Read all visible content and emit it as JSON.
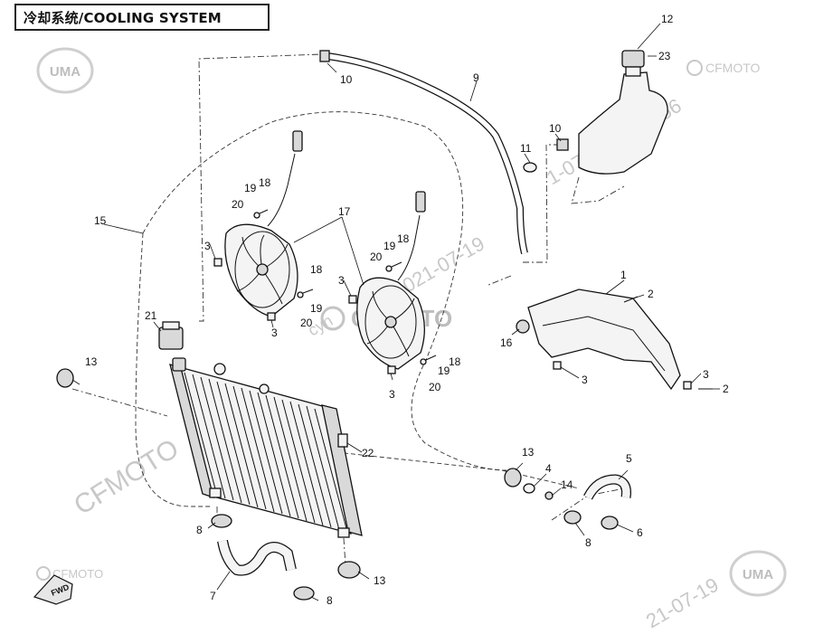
{
  "title": "冷却系统/COOLING SYSTEM",
  "watermarks": {
    "brand": "CFMOTO",
    "brand_logo": "UMA",
    "overlay_text": "CFMOTO",
    "date_fragment_top": "1-07-19 14:46:56",
    "date_fragment_mid": "2021-07-19",
    "user_fragment": "cyh",
    "date_fragment_bottom": "21-07-19"
  },
  "fwd_label": "FWD",
  "callouts": {
    "c1": "1",
    "c2a": "2",
    "c2b": "2",
    "c3a": "3",
    "c3b": "3",
    "c3c": "3",
    "c3d": "3",
    "c3e": "3",
    "c3f": "3",
    "c4": "4",
    "c5": "5",
    "c6": "6",
    "c7": "7",
    "c8a": "8",
    "c8b": "8",
    "c8c": "8",
    "c9": "9",
    "c10a": "10",
    "c10b": "10",
    "c11": "11",
    "c12": "12",
    "c13a": "13",
    "c13b": "13",
    "c13c": "13",
    "c14": "14",
    "c15": "15",
    "c16": "16",
    "c17": "17",
    "c18a": "18",
    "c18b": "18",
    "c18c": "18",
    "c18d": "18",
    "c19a": "19",
    "c19b": "19",
    "c19c": "19",
    "c19d": "19",
    "c20a": "20",
    "c20b": "20",
    "c20c": "20",
    "c20d": "20",
    "c21": "21",
    "c22": "22",
    "c23": "23"
  },
  "colors": {
    "line": "#111111",
    "watermark": "#c8c8c8",
    "background": "#ffffff"
  }
}
